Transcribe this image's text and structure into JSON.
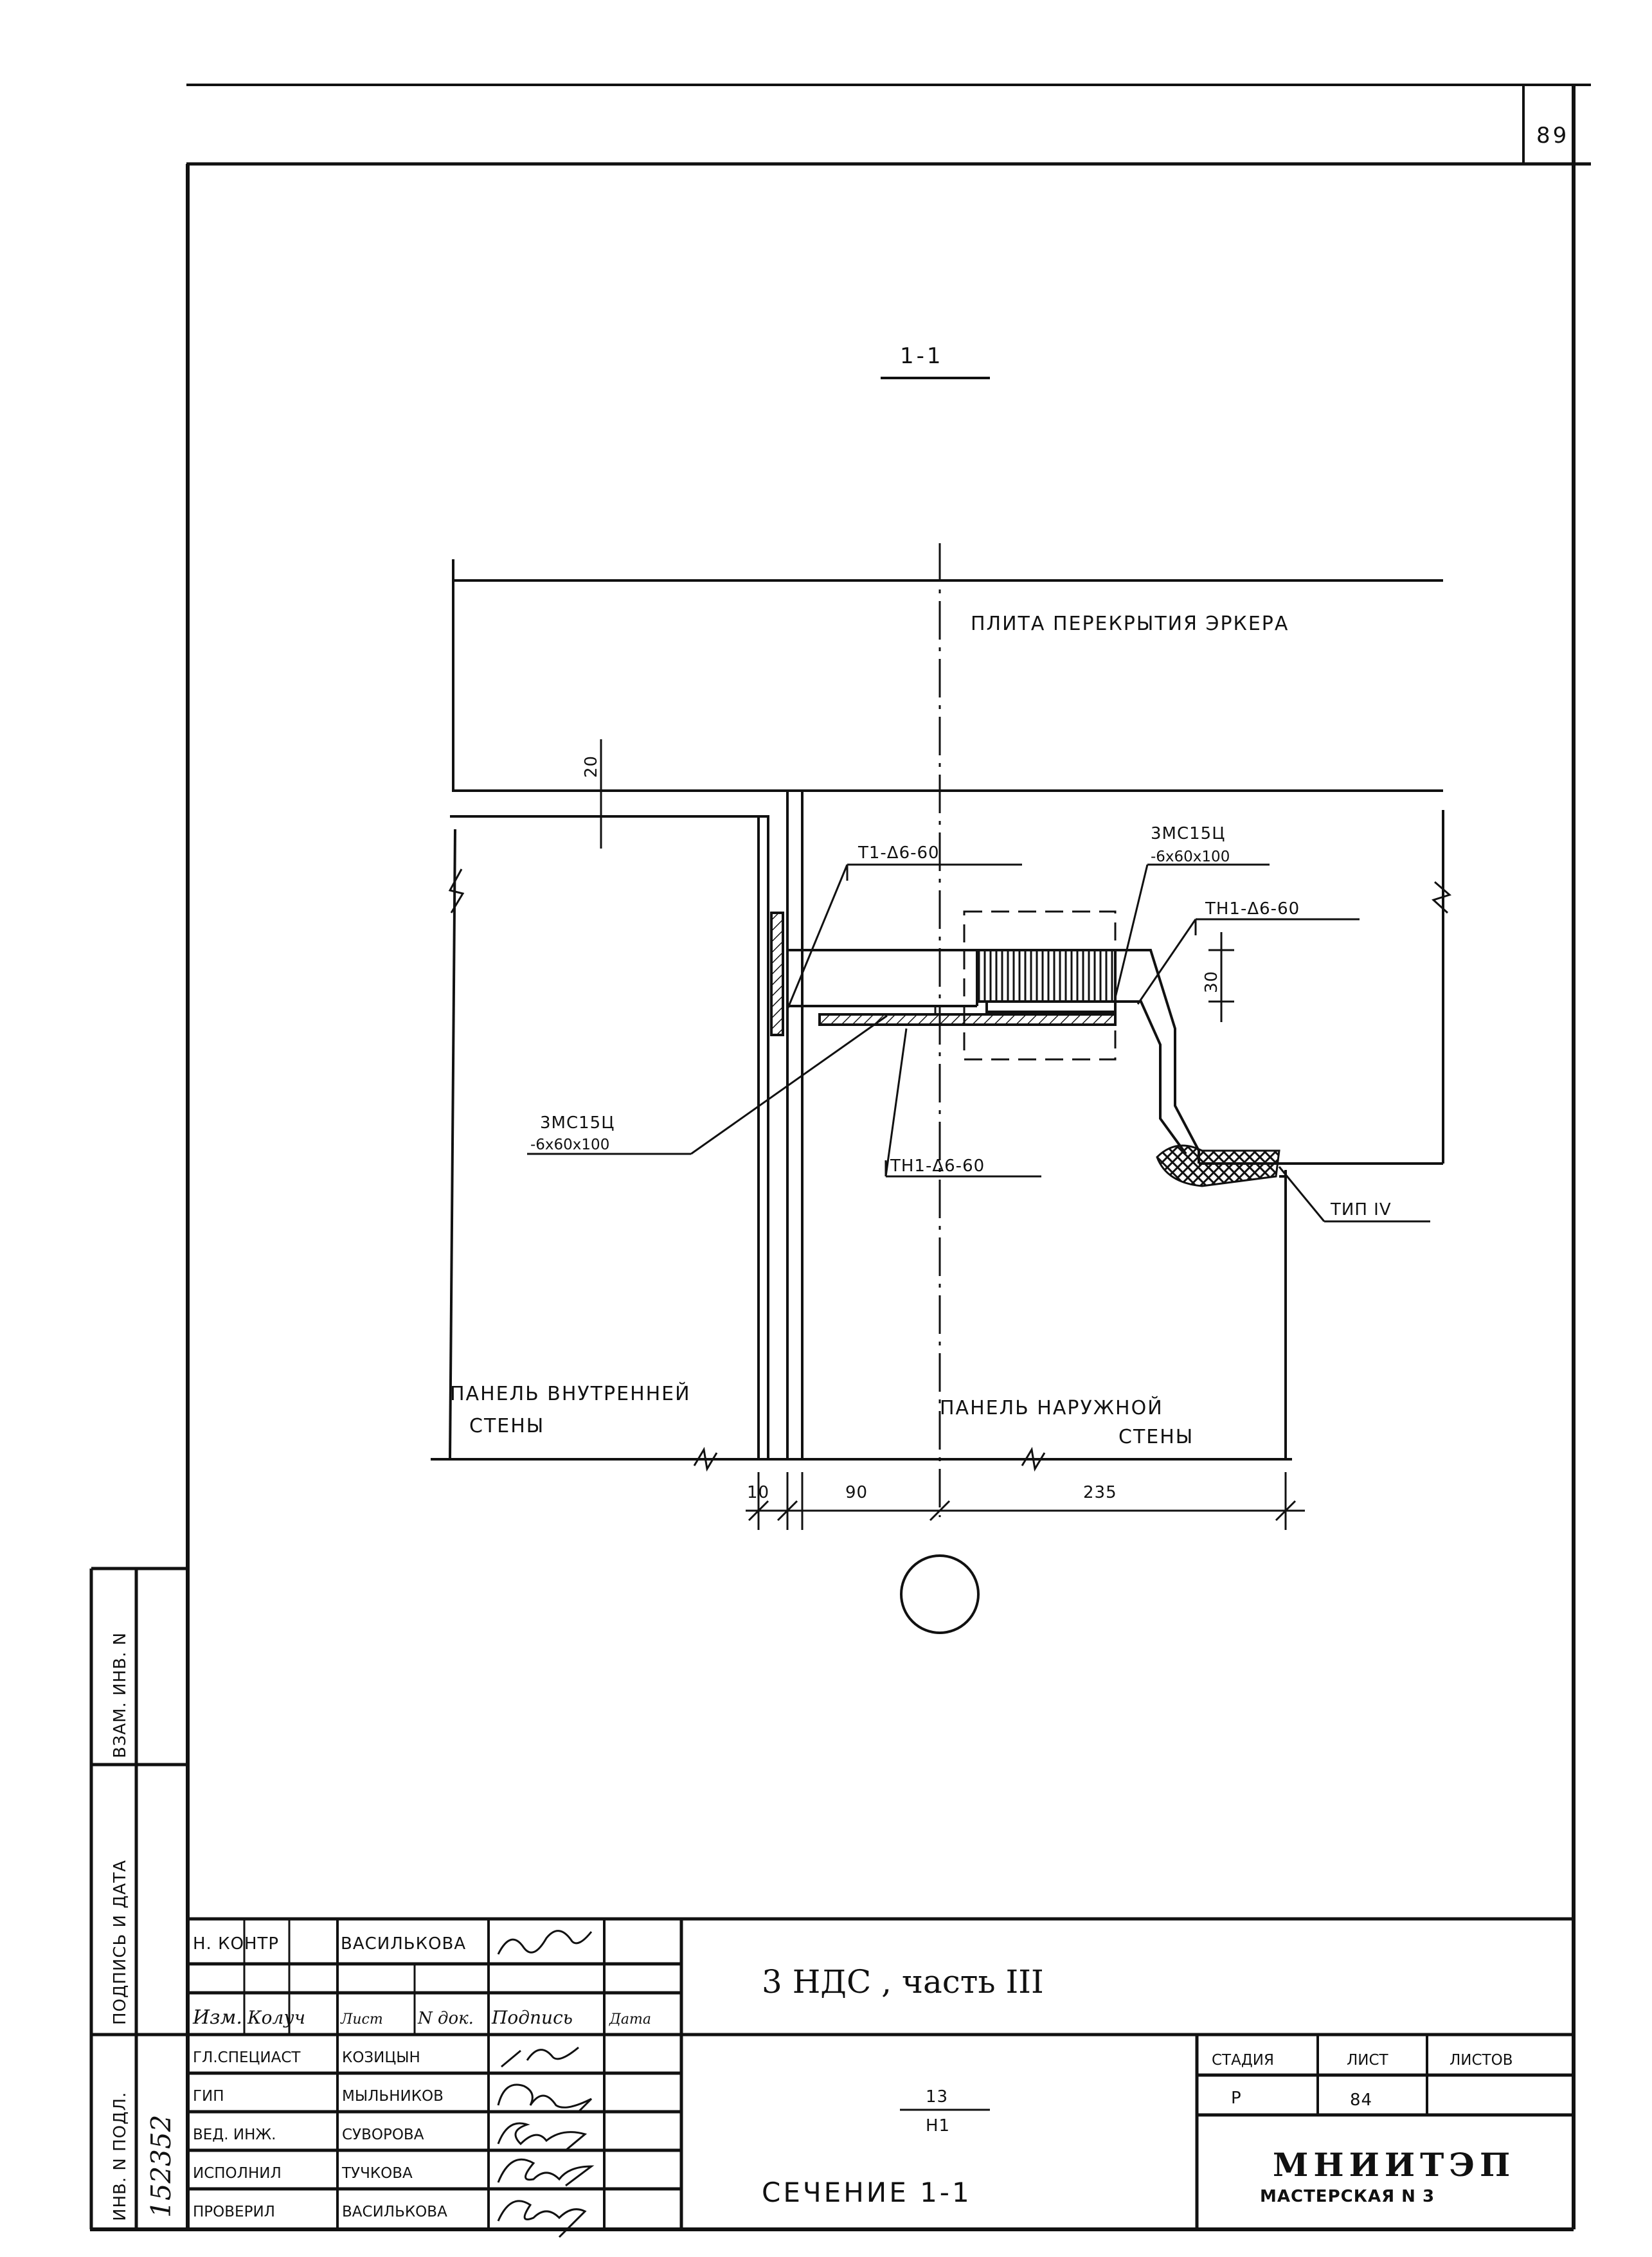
{
  "sheet_number": "89",
  "section_title": "1-1",
  "diagram": {
    "slab_label": "ПЛИТА ПЕРЕКРЫТИЯ ЭРКЕРА",
    "dim_20": "20",
    "dim_30": "30",
    "dim_10": "10",
    "dim_90": "90",
    "dim_235": "235",
    "callout_t1": "Т1-Δ6-60",
    "callout_3mc_right": "3МС15Ц",
    "callout_3mc_right_sub": "-6х60х100",
    "callout_th1_right": "ТН1-Δ6-60",
    "callout_3mc_left": "3МС15Ц",
    "callout_3mc_left_sub": "-6х60х100",
    "callout_th1_bottom": "ТН1-Δ6-60",
    "callout_type": "ТИП IV",
    "inner_panel_line1": "ПАНЕЛЬ ВНУТРЕННЕЙ",
    "inner_panel_line2": "СТЕНЫ",
    "outer_panel_line1": "ПАНЕЛЬ НАРУЖНОЙ",
    "outer_panel_line2": "СТЕНЫ"
  },
  "side_stamp": {
    "vzam": "ВЗАМ. ИНВ. N",
    "podpis": "ПОДПИСЬ И ДАТА",
    "inv": "ИНВ. N ПОДЛ.",
    "inv_value": "152352"
  },
  "title_block": {
    "n_kontr_role": "Н. КОНТР",
    "n_kontr_name": "ВАСИЛЬКОВА",
    "header_izm": "Изм.",
    "header_koluch": "Колуч",
    "header_list": "Лист",
    "header_ndok": "N док.",
    "header_podpis": "Подпись",
    "header_data": "Дата",
    "roles": [
      {
        "role": "ГЛ.СПЕЦИАСТ",
        "name": "КОЗИЦЫН"
      },
      {
        "role": "ГИП",
        "name": "МЫЛЬНИКОВ"
      },
      {
        "role": "ВЕД. ИНЖ.",
        "name": "СУВОРОВА"
      },
      {
        "role": "ИСПОЛНИЛ",
        "name": "ТУЧКОВА"
      },
      {
        "role": "ПРОВЕРИЛ",
        "name": "ВАСИЛЬКОВА"
      }
    ],
    "project": "3 НДС , часть III",
    "code_top": "13",
    "code_bottom": "Н1",
    "sheet_name": "СЕЧЕНИЕ 1-1",
    "stage_label": "СТАДИЯ",
    "list_label": "ЛИСТ",
    "listov_label": "ЛИСТОВ",
    "stage_value": "Р",
    "list_value": "84",
    "org_name": "МНИИТЭП",
    "org_sub": "МАСТЕРСКАЯ N 3"
  },
  "colors": {
    "ink": "#111111",
    "paper": "#ffffff"
  }
}
